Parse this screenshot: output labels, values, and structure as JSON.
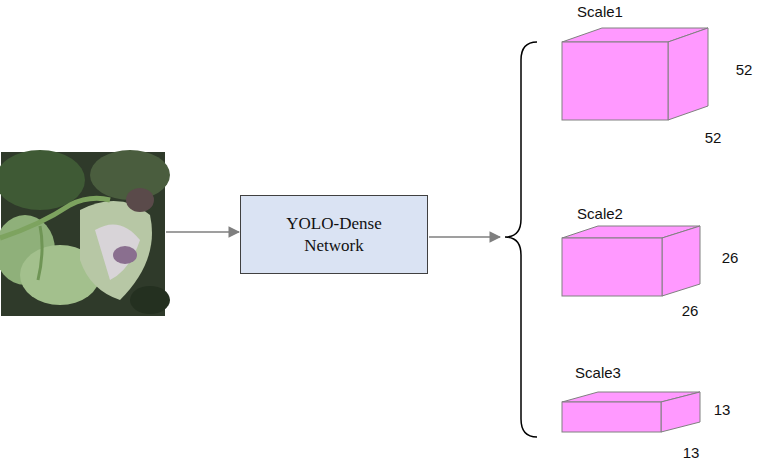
{
  "diagram": {
    "nodes": [
      {
        "text": [
          "YOLO-Dense Network"
        ]
      }
    ],
    "labels": [
      "Scale1",
      "52",
      "52",
      "Scale2",
      "26",
      "26",
      "Scale3",
      "13",
      "13"
    ]
  }
}
